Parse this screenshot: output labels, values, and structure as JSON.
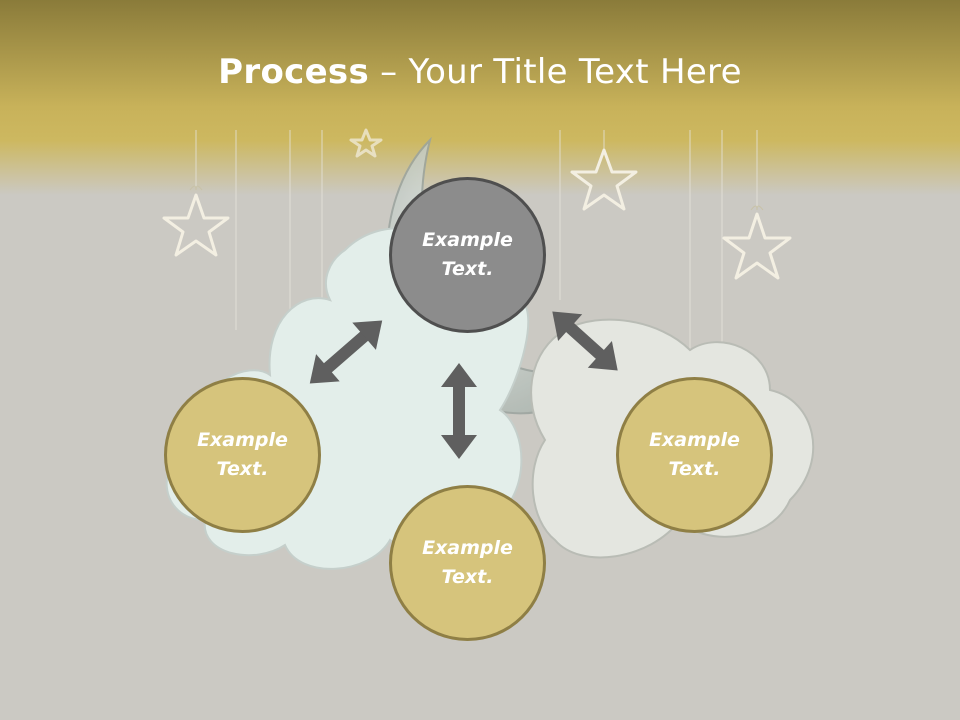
{
  "slide": {
    "title_bold": "Process",
    "title_rest": " – Your Title Text Here"
  },
  "nodes": {
    "top": "Example Text.",
    "left": "Example Text.",
    "bottom": "Example Text.",
    "right": "Example Text."
  },
  "colors": {
    "header_gold": "#c8b25a",
    "node_gold": "#d6c47c",
    "node_gold_border": "#8f7f45",
    "node_gray": "#8c8c8c",
    "node_gray_border": "#4f4f4f",
    "arrow": "#5f5f5f",
    "background": "#cbc9c3"
  }
}
